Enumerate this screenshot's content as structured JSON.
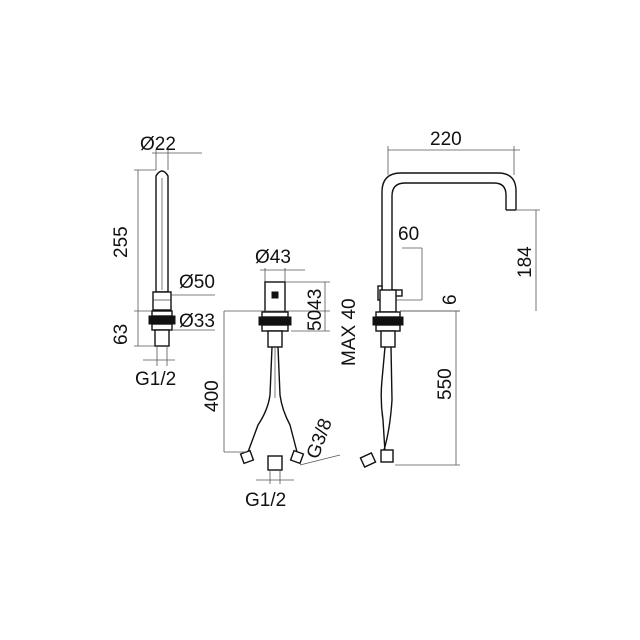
{
  "labels": {
    "spout_diameter": "Ø22",
    "spout_height": "255",
    "spout_base_diameter": "Ø50",
    "spout_thread_diameter": "Ø33",
    "spout_base_height": "63",
    "spout_connection": "G1/2",
    "valve_diameter": "Ø43",
    "valve_height_50": "50",
    "valve_height_43": "43",
    "valve_hose_length": "400",
    "valve_hose_thread": "G3/8",
    "valve_connection": "G1/2",
    "tap_width": "220",
    "tap_lever": "60",
    "tap_spout_drop": "184",
    "tap_max_deck": "MAX 40",
    "tap_gap": "6",
    "tap_hose_length": "550"
  }
}
